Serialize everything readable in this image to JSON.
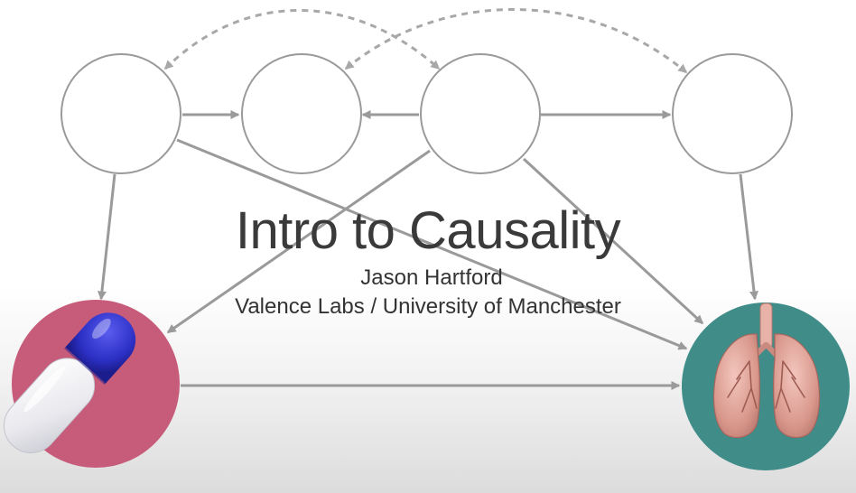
{
  "slide": {
    "title": "Intro to Causality",
    "author": "Jason Hartford",
    "affiliation": "Valence Labs / University of Manchester"
  },
  "diagram": {
    "nodes": [
      {
        "id": "n1",
        "kind": "empty"
      },
      {
        "id": "n2",
        "kind": "empty"
      },
      {
        "id": "n3",
        "kind": "empty"
      },
      {
        "id": "n4",
        "kind": "empty"
      },
      {
        "id": "treatment",
        "kind": "pill-icon",
        "fill": "#c75b7a"
      },
      {
        "id": "outcome",
        "kind": "lungs-icon",
        "fill": "#3f8c89"
      }
    ],
    "edges": [
      {
        "from": "n1",
        "to": "n2",
        "style": "solid"
      },
      {
        "from": "n3",
        "to": "n2",
        "style": "solid"
      },
      {
        "from": "n3",
        "to": "n4",
        "style": "solid"
      },
      {
        "from": "n1",
        "to": "treatment",
        "style": "solid"
      },
      {
        "from": "n1",
        "to": "outcome",
        "style": "solid"
      },
      {
        "from": "n3",
        "to": "treatment",
        "style": "solid"
      },
      {
        "from": "n3",
        "to": "outcome",
        "style": "solid"
      },
      {
        "from": "n4",
        "to": "outcome",
        "style": "solid"
      },
      {
        "from": "treatment",
        "to": "outcome",
        "style": "solid"
      },
      {
        "from": "n1",
        "to": "n3",
        "style": "dashed-bidirected"
      },
      {
        "from": "n2",
        "to": "n4",
        "style": "dashed-bidirected"
      }
    ],
    "colors": {
      "edge": "#9a9a9a",
      "dashed_edge": "#a8a8a8",
      "node_stroke": "#9a9a9a"
    }
  }
}
